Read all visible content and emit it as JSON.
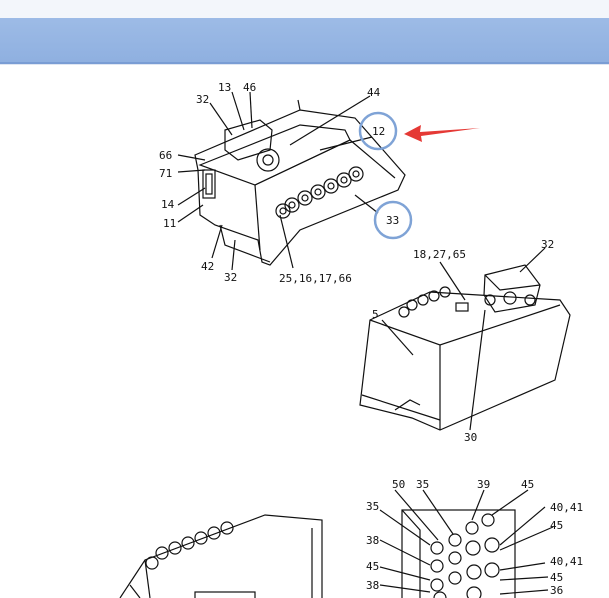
{
  "header": {
    "title": ""
  },
  "colors": {
    "banner": "#9dbbe6",
    "circle_highlight": "#7fa3d6",
    "arrow": "#e53935"
  },
  "figure1": {
    "labels": {
      "l13": "13",
      "l46": "46",
      "l44": "44",
      "l32a": "32",
      "l12": "12",
      "l66": "66",
      "l71": "71",
      "l14": "14",
      "l11": "11",
      "l42": "42",
      "l32b": "32",
      "l25": "25,16,17,66",
      "l33": "33"
    }
  },
  "figure2": {
    "labels": {
      "l18": "18,27,65",
      "l32": "32",
      "l5": "5",
      "l30": "30"
    }
  },
  "figure3": {
    "labels": {
      "l50": "50",
      "l35a": "35",
      "l39": "39",
      "l45a": "45",
      "l35b": "35",
      "l4041a": "40,41",
      "l45b": "45",
      "l38a": "38",
      "l45c": "45",
      "l4041b": "40,41",
      "l45d": "45",
      "l38b": "38",
      "l36": "36"
    }
  }
}
